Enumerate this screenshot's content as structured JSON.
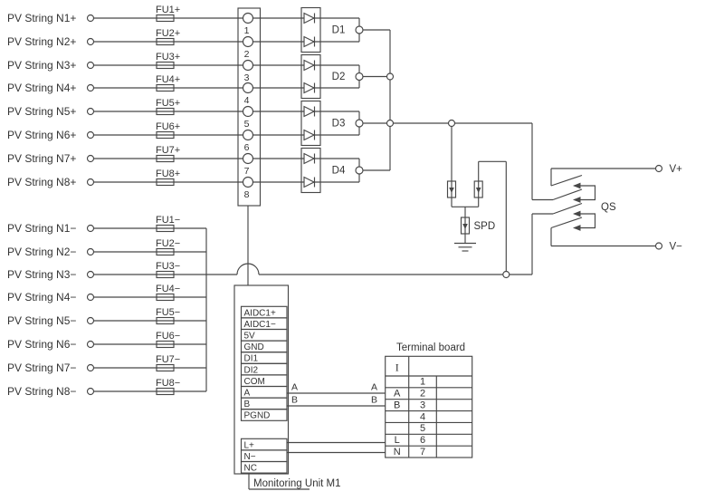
{
  "schematic": {
    "background": "#ffffff",
    "line_color": "#474747",
    "text_color": "#333333"
  },
  "pv_strings_positive": [
    {
      "label": "PV String N1+",
      "fuse": "FU1+"
    },
    {
      "label": "PV String N2+",
      "fuse": "FU2+"
    },
    {
      "label": "PV String N3+",
      "fuse": "FU3+"
    },
    {
      "label": "PV String N4+",
      "fuse": "FU4+"
    },
    {
      "label": "PV String N5+",
      "fuse": "FU5+"
    },
    {
      "label": "PV String N6+",
      "fuse": "FU6+"
    },
    {
      "label": "PV String N7+",
      "fuse": "FU7+"
    },
    {
      "label": "PV String N8+",
      "fuse": "FU8+"
    }
  ],
  "pv_strings_negative": [
    {
      "label": "PV String N1−",
      "fuse": "FU1−"
    },
    {
      "label": "PV String N2−",
      "fuse": "FU2−"
    },
    {
      "label": "PV String N3−",
      "fuse": "FU3−"
    },
    {
      "label": "PV String N4−",
      "fuse": "FU4−"
    },
    {
      "label": "PV String N5−",
      "fuse": "FU5−"
    },
    {
      "label": "PV String N6−",
      "fuse": "FU6−"
    },
    {
      "label": "PV String N7−",
      "fuse": "FU7−"
    },
    {
      "label": "PV String N8−",
      "fuse": "FU8−"
    }
  ],
  "terminal_strip": {
    "terminals": [
      "1",
      "2",
      "3",
      "4",
      "5",
      "6",
      "7",
      "8"
    ]
  },
  "diode_groups": [
    {
      "label": "D1"
    },
    {
      "label": "D2"
    },
    {
      "label": "D3"
    },
    {
      "label": "D4"
    }
  ],
  "spd": {
    "label": "SPD"
  },
  "disconnect_switch": {
    "label": "QS"
  },
  "outputs": {
    "positive": "V+",
    "negative": "V−"
  },
  "rs485": {
    "a_label": "A",
    "b_label": "B"
  },
  "monitoring_unit": {
    "caption": "Monitoring Unit M1",
    "terminals": [
      "AIDC1+",
      "AIDC1−",
      "5V",
      "GND",
      "DI1",
      "DI2",
      "COM",
      "A",
      "B",
      "PGND"
    ],
    "power_terminals": [
      "L+",
      "N−",
      "NC"
    ]
  },
  "terminal_board": {
    "title": "Terminal board",
    "header": "I",
    "rows": [
      {
        "left": "",
        "num": "1"
      },
      {
        "left": "A",
        "num": "2"
      },
      {
        "left": "B",
        "num": "3"
      },
      {
        "left": "",
        "num": "4"
      },
      {
        "left": "",
        "num": "5"
      },
      {
        "left": "L",
        "num": "6"
      },
      {
        "left": "N",
        "num": "7"
      }
    ]
  }
}
